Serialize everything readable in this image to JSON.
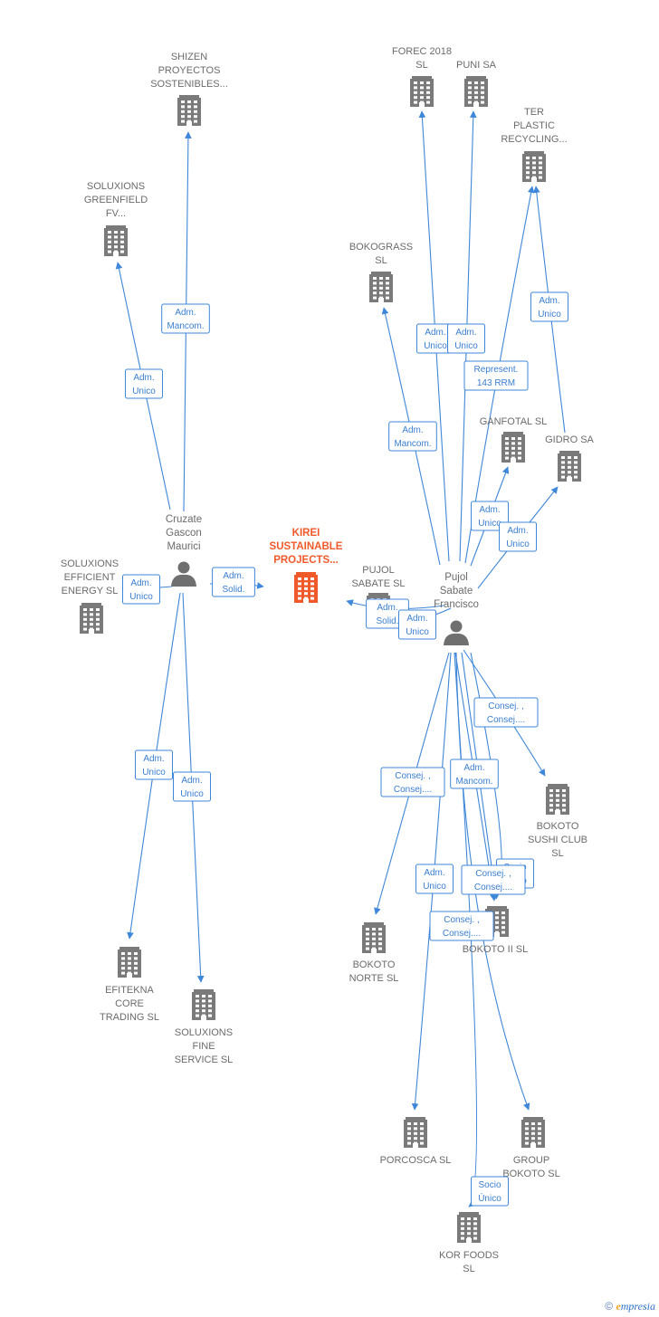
{
  "colors": {
    "edge": "#3f87d8",
    "company": "#7a7a7a",
    "center": "#f05a2a",
    "person": "#6f6f6f"
  },
  "nodes": [
    {
      "id": "shizen",
      "type": "company",
      "label": [
        "SHIZEN",
        "PROYECTOS",
        "SOSTENIBLES..."
      ]
    },
    {
      "id": "soluxions_gfv",
      "type": "company",
      "label": [
        "SOLUXIONS",
        "GREENFIELD",
        "FV..."
      ]
    },
    {
      "id": "soluxions_ee",
      "type": "company",
      "label": [
        "SOLUXIONS",
        "EFFICIENT",
        "ENERGY SL"
      ]
    },
    {
      "id": "efitekna",
      "type": "company",
      "label": [
        "EFITEKNA",
        "CORE",
        "TRADING SL"
      ]
    },
    {
      "id": "soluxions_fs",
      "type": "company",
      "label": [
        "SOLUXIONS",
        "FINE",
        "SERVICE SL"
      ]
    },
    {
      "id": "cruzate",
      "type": "person",
      "label": [
        "Cruzate",
        "Gascon",
        "Maurici"
      ]
    },
    {
      "id": "kirei",
      "type": "center",
      "label": [
        "KIREI",
        "SUSTAINABLE",
        "PROJECTS..."
      ]
    },
    {
      "id": "pujol_sabate_sl",
      "type": "company",
      "label": [
        "PUJOL",
        "SABATE SL"
      ]
    },
    {
      "id": "pujol",
      "type": "person",
      "label": [
        "Pujol",
        "Sabate",
        "Francisco"
      ]
    },
    {
      "id": "forec",
      "type": "company",
      "label": [
        "FOREC 2018",
        "SL"
      ]
    },
    {
      "id": "puni",
      "type": "company",
      "label": [
        "PUNI SA"
      ]
    },
    {
      "id": "ter",
      "type": "company",
      "label": [
        "TER",
        "PLASTIC",
        "RECYCLING..."
      ]
    },
    {
      "id": "bokograss",
      "type": "company",
      "label": [
        "BOKOGRASS",
        "SL"
      ]
    },
    {
      "id": "ganfotal",
      "type": "company",
      "label": [
        "GANFOTAL SL"
      ]
    },
    {
      "id": "gidro",
      "type": "company",
      "label": [
        "GIDRO SA"
      ]
    },
    {
      "id": "bokoto_sushi",
      "type": "company",
      "label": [
        "BOKOTO",
        "SUSHI CLUB",
        "SL"
      ]
    },
    {
      "id": "bokoto_norte",
      "type": "company",
      "label": [
        "BOKOTO",
        "NORTE SL"
      ]
    },
    {
      "id": "bokoto_ii",
      "type": "company",
      "label": [
        "BOKOTO II SL"
      ]
    },
    {
      "id": "porcosca",
      "type": "company",
      "label": [
        "PORCOSCA SL"
      ]
    },
    {
      "id": "group_bokoto",
      "type": "company",
      "label": [
        "GROUP",
        "BOKOTO SL"
      ]
    },
    {
      "id": "kor_foods",
      "type": "company",
      "label": [
        "KOR FOODS",
        "SL"
      ]
    }
  ],
  "edges": [
    {
      "from": "cruzate",
      "to": "shizen",
      "label": [
        "Adm.",
        "Mancom."
      ]
    },
    {
      "from": "cruzate",
      "to": "soluxions_gfv",
      "label": [
        "Adm.",
        "Unico"
      ]
    },
    {
      "from": "cruzate",
      "to": "soluxions_ee",
      "label": [
        "Adm.",
        "Unico"
      ]
    },
    {
      "from": "cruzate",
      "to": "kirei",
      "label": [
        "Adm.",
        "Solid."
      ]
    },
    {
      "from": "cruzate",
      "to": "efitekna",
      "label": [
        "Adm.",
        "Unico"
      ]
    },
    {
      "from": "cruzate",
      "to": "soluxions_fs",
      "label": [
        "Adm.",
        "Unico"
      ]
    },
    {
      "from": "pujol",
      "to": "kirei",
      "label": [
        "Adm.",
        "Solid."
      ]
    },
    {
      "from": "pujol",
      "to": "pujol_sabate_sl",
      "label": [
        "Adm.",
        "Unico"
      ]
    },
    {
      "from": "pujol",
      "to": "forec",
      "label": [
        "Adm.",
        "Unico"
      ]
    },
    {
      "from": "pujol",
      "to": "puni",
      "label": [
        "Adm.",
        "Unico"
      ]
    },
    {
      "from": "pujol",
      "to": "ter",
      "label": [
        "Represent.",
        "143 RRM"
      ]
    },
    {
      "from": "pujol",
      "to": "ter",
      "label": [
        "Adm.",
        "Unico"
      ]
    },
    {
      "from": "pujol",
      "to": "bokograss",
      "label": [
        "Adm.",
        "Mancom."
      ]
    },
    {
      "from": "pujol",
      "to": "ganfotal",
      "label": [
        "Adm.",
        "Unico"
      ]
    },
    {
      "from": "pujol",
      "to": "gidro",
      "label": [
        "Adm.",
        "Unico"
      ]
    },
    {
      "from": "pujol",
      "to": "bokoto_sushi",
      "label": [
        "Consej. ,",
        "Consej...."
      ]
    },
    {
      "from": "pujol",
      "to": "bokoto_norte",
      "label": [
        "Consej. ,",
        "Consej...."
      ]
    },
    {
      "from": "pujol",
      "to": "bokoto_ii",
      "label": [
        "Adm.",
        "Mancom."
      ]
    },
    {
      "from": "pujol",
      "to": "bokoto_ii",
      "label": [
        "Socio",
        "Único"
      ]
    },
    {
      "from": "pujol",
      "to": "bokoto_ii",
      "label": [
        "Consej. ,",
        "Consej...."
      ]
    },
    {
      "from": "pujol",
      "to": "porcosca",
      "label": [
        "Adm.",
        "Unico"
      ]
    },
    {
      "from": "pujol",
      "to": "group_bokoto",
      "label": [
        "Consej. ,",
        "Consej...."
      ]
    },
    {
      "from": "pujol",
      "to": "kor_foods",
      "label": [
        "Socio",
        "Único"
      ]
    }
  ],
  "credit": {
    "symbol": "©",
    "brand_initial": "e",
    "brand_rest": "mpresia"
  }
}
